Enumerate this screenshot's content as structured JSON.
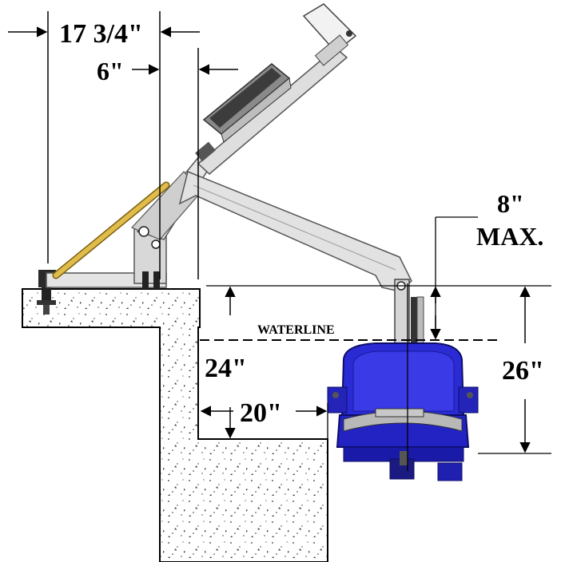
{
  "dimensions": {
    "reach": "17 3/4\"",
    "offset": "6\"",
    "max_label_value": "8\"",
    "max_label_word": "MAX.",
    "waterline": "WATERLINE",
    "depth_left": "24\"",
    "seat_drop": "26\"",
    "wall_gap": "20\""
  },
  "colors": {
    "seat": "#2b2bd6",
    "seat_dark": "#13137a",
    "rod": "#d9b23a",
    "arm": "#dcdcdc"
  }
}
